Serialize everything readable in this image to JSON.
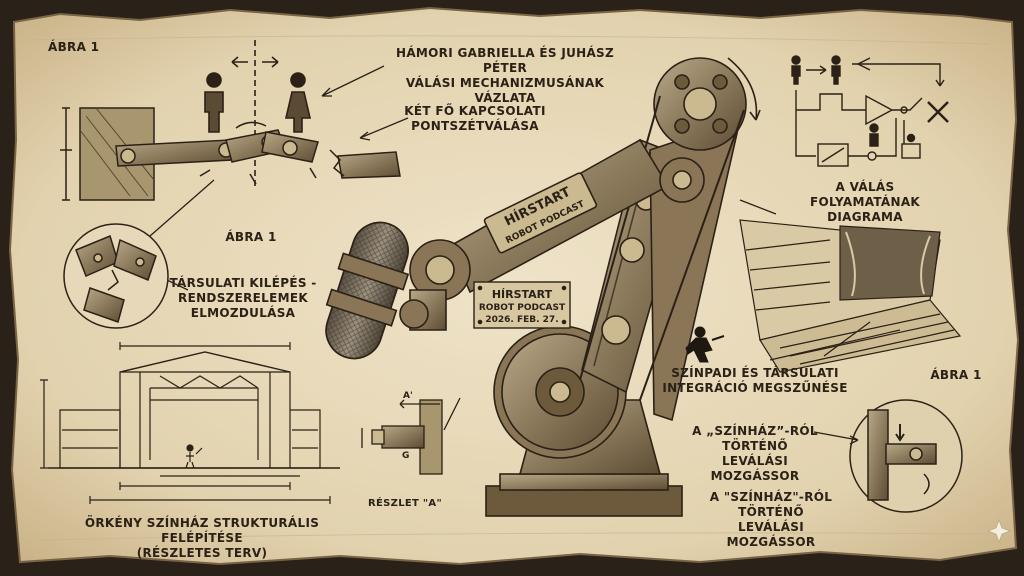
{
  "labels": {
    "abra1_top": "ÁBRA 1",
    "title_line1": "HÁMORI GABRIELLA ÉS JUHÁSZ PÉTER",
    "title_line2": "VÁLÁSI MECHANIZMUSÁNAK VÁZLATA",
    "ket_fo_line1": "KÉT FŐ KAPCSOLATI",
    "ket_fo_line2": "PONTSZÉTVÁLÁSA",
    "abra1_mid": "ÁBRA 1",
    "tarsulati_line1": "TÁRSULATI KILÉPÉS -",
    "tarsulati_line2": "RENDSZERELEMEK",
    "tarsulati_line3": "ELMOZDULÁSA",
    "orkeny_line1": "ÖRKÉNY SZÍNHÁZ STRUKTURÁLIS FELÉPÍTÉSE",
    "orkeny_line2": "(RÉSZLETES TERV)",
    "reszlet_a": "RÉSZLET \"A\"",
    "diagram_line1": "A VÁLÁS FOLYAMATÁNAK",
    "diagram_line2": "DIAGRAMA",
    "szinpadi_line1": "SZÍNPADI ÉS TÁRSULATI",
    "szinpadi_line2": "INTEGRÁCIÓ MEGSZŰNÉSE",
    "abra1_right": "ÁBRA 1",
    "levalas1_line1": "A „SZÍNHÁZ”-RÓL",
    "levalas1_line2": "TÖRTÉNŐ LEVÁLÁSI",
    "levalas1_line3": "MOZGÁSSOR",
    "levalas2_line1": "A \"SZÍNHÁZ\"-RÓL",
    "levalas2_line2": "TÖRTÉNŐ LEVÁLÁSI",
    "levalas2_line3": "MOZGÁSSOR"
  },
  "arm_plate": {
    "brand": "HÍRSTART",
    "sub": "ROBOT PODCAST"
  },
  "placard": {
    "brand": "HÍRSTART",
    "sub": "ROBOT PODCAST",
    "date": "2026. FEB. 27."
  },
  "colors": {
    "paper": "#e9dcbf",
    "ink": "#2b2116",
    "metal": "#9a8a70",
    "rust": "#7a5a36"
  }
}
